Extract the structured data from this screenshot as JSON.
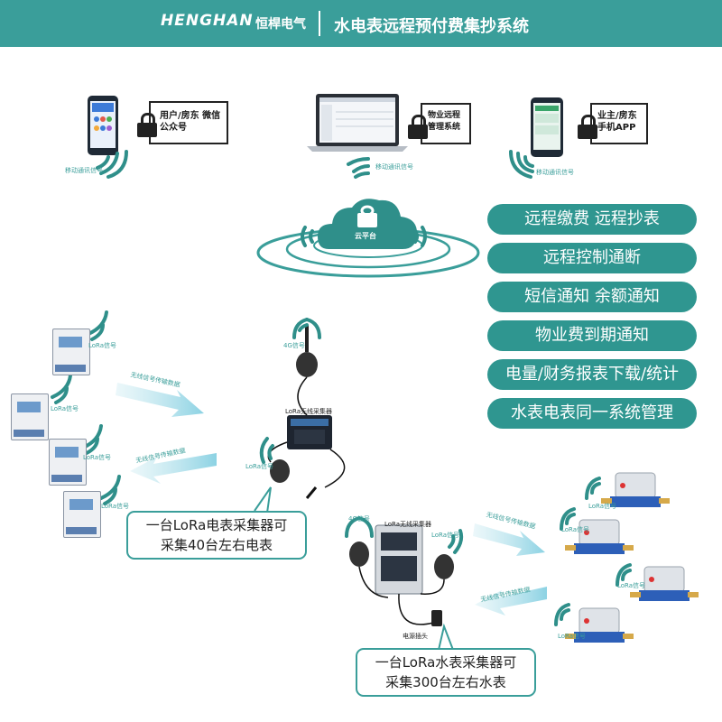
{
  "header": {
    "brand_latin": "HENGHAN",
    "brand_cn": "恒桿电气",
    "title": "水电表远程预付费集抄系统"
  },
  "terminals": [
    {
      "label": "用户/房东 微信公众号",
      "signal_label": "移动通讯信号"
    },
    {
      "label": "物业远程 管理系统",
      "signal_label": "移动通讯信号"
    },
    {
      "label": "业主/房东 手机APP",
      "signal_label": "移动通讯信号"
    }
  ],
  "cloud": {
    "label": "云平台"
  },
  "features": [
    "远程缴费 远程抄表",
    "远程控制通断",
    "短信通知 余额通知",
    "物业费到期通知",
    "电量/财务报表下载/统计",
    "水表电表同一系统管理"
  ],
  "electric": {
    "meter_signal": "LoRa信号",
    "gateway_4g": "4G信号",
    "collector_label": "LoRa无线采集器",
    "collector_lora": "LoRa信号",
    "arrow_top": "无线信号传输数据",
    "arrow_bottom": "无线信号传输数据",
    "callout_line1": "一台LoRa电表采集器可",
    "callout_line2": "采集40台左右电表"
  },
  "water": {
    "gateway_4g": "4G信号",
    "collector_label": "LoRa无线采集器",
    "collector_lora": "LoRa信号",
    "meter_signal": "LoRa信号",
    "arrow_top": "无线信号传输数据",
    "arrow_bottom": "无线信号传输数据",
    "power_label": "电源插头",
    "callout_line1": "一台LoRa水表采集器可",
    "callout_line2": "采集300台左右水表"
  },
  "colors": {
    "teal": "#3a9e9a",
    "pill": "#2f9690",
    "cloud": "#2f8f8a"
  }
}
